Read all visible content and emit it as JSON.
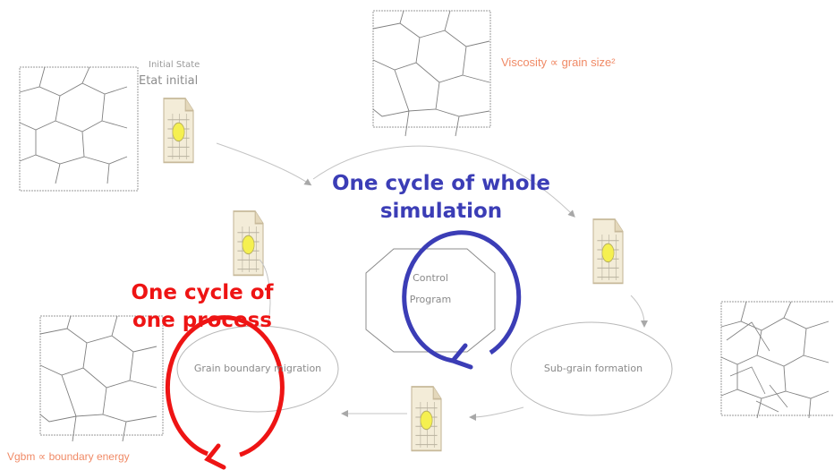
{
  "labels": {
    "initial_state_en": "Initial State",
    "initial_state_fr": "Etat initial",
    "viscosity": "Viscosity ∝ grain size²",
    "vgbm": "Vgbm ∝ boundary energy",
    "control_line1": "Control",
    "control_line2": "Program",
    "gbm_node": "Grain boundary migration",
    "subgrain_node": "Sub-grain formation"
  },
  "annotations": {
    "whole_cycle": {
      "line1": "One cycle of whole",
      "line2": "simulation",
      "color": "#3b3db6"
    },
    "process_cycle": {
      "line1": "One cycle of",
      "line2": "one process",
      "color": "#ee1414"
    }
  },
  "colors": {
    "grain_lines": "#777777",
    "diagram_lines": "#bdbdbd",
    "file_fill": "#f3ecd8",
    "file_highlight": "#f5f050"
  }
}
